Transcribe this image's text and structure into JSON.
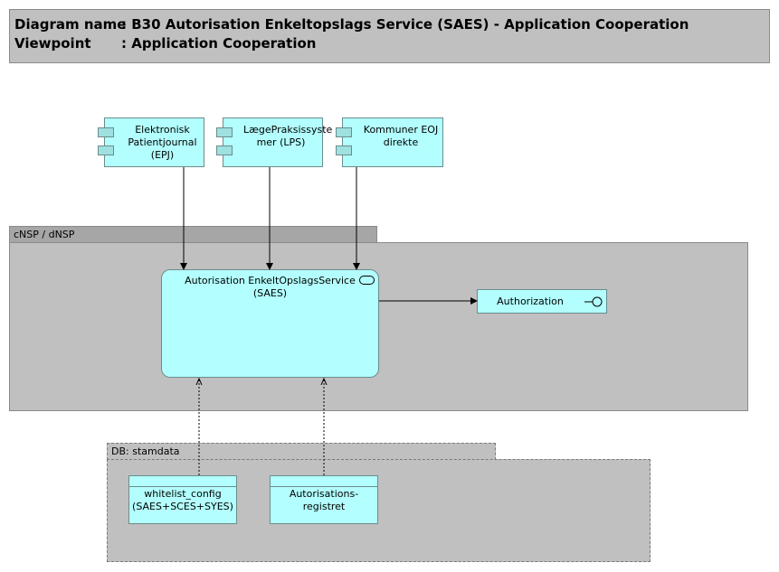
{
  "header": {
    "diagram_label": "Diagram name",
    "diagram_value": ": B30 Autorisation Enkeltopslags Service (SAES) - Application Cooperation",
    "viewpoint_label": "Viewpoint",
    "viewpoint_value": ": Application Cooperation"
  },
  "components": [
    {
      "label": "Elektronisk Patientjournal (EPJ)"
    },
    {
      "label": "LægePraksissyste mer (LPS)"
    },
    {
      "label": "Kommuner EOJ direkte"
    }
  ],
  "groups": {
    "nsp": {
      "label": "cNSP / dNSP"
    },
    "db": {
      "label": "DB: stamdata"
    }
  },
  "service": {
    "label": "Autorisation EnkeltOpslagsService (SAES)"
  },
  "interface": {
    "label": "Authorization"
  },
  "data_objects": [
    {
      "label": "whitelist_config (SAES+SCES+SYES)"
    },
    {
      "label": "Autorisations-registret"
    }
  ],
  "colors": {
    "element_fill": "#b3ffff",
    "group_fill": "#c0c0c0",
    "group_tab": "#a6a6a6"
  }
}
